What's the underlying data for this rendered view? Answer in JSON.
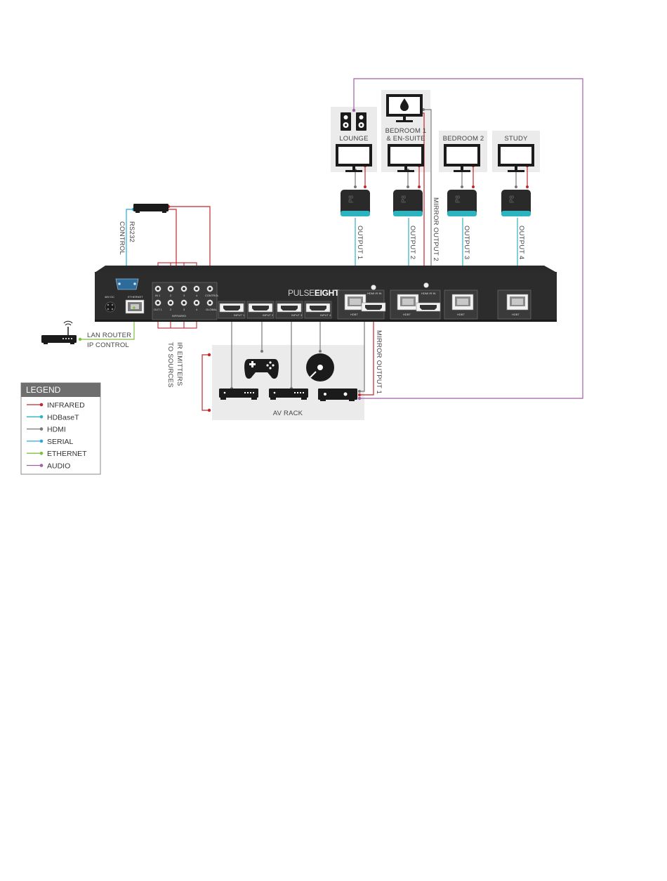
{
  "rooms": {
    "lounge": "LOUNGE",
    "bedroom1_line1": "BEDROOM 1",
    "bedroom1_line2": "& EN-SUITE",
    "bedroom2": "BEDROOM 2",
    "study": "STUDY",
    "av_rack": "AV RACK"
  },
  "outputs": [
    "OUTPUT 1",
    "OUTPUT 2",
    "OUTPUT 3",
    "OUTPUT 4"
  ],
  "mirror": {
    "output1": "MIRROR OUTPUT 1",
    "output2": "MIRROR OUTPUT 2"
  },
  "labels": {
    "rs232": "RS232",
    "control": "CONTROL",
    "lan_router": "LAN ROUTER",
    "ip_control": "IP CONTROL",
    "ir_emitters": "IR EMITTERS",
    "to_sources": "TO SOURCES"
  },
  "device": {
    "brand_left": "PULSE",
    "brand_right": "EIGHT",
    "power_label": "48V DC",
    "ethernet_label": "ETHERNET",
    "infrared_label": "INFRARED",
    "ir_in": [
      "IN 1",
      "2",
      "3",
      "4"
    ],
    "ir_out": [
      "OUT 1",
      "2",
      "3",
      "4"
    ],
    "control_label": "CONTROL",
    "global_label": "GLOBAL",
    "hdmi_inputs": [
      "INPUT 1",
      "INPUT 2",
      "INPUT 3",
      "INPUT 4"
    ],
    "hdmi_word": "HDMI",
    "hdbt_word": "HDBT",
    "hdmi_ir_in": "HDMI IR IN"
  },
  "legend": {
    "title": "LEGEND",
    "items": [
      {
        "label": "INFRARED",
        "color": "#c0272d"
      },
      {
        "label": "HDBaseT",
        "color": "#2bb3c0"
      },
      {
        "label": "HDMI",
        "color": "#777777"
      },
      {
        "label": "SERIAL",
        "color": "#29a9e1"
      },
      {
        "label": "ETHERNET",
        "color": "#7dc142"
      },
      {
        "label": "AUDIO",
        "color": "#a05fa8"
      }
    ]
  },
  "colors": {
    "infrared": "#c0272d",
    "hdbaset": "#2bb3c0",
    "hdmi": "#777777",
    "serial": "#29a9e1",
    "ethernet": "#7dc142",
    "audio": "#a05fa8",
    "panel_bg": "#ebebeb",
    "device_body": "#2a2a2a"
  },
  "icons": [
    "speakers-icon",
    "tv-icon",
    "shower-tv-icon",
    "receiver-icon",
    "router-icon",
    "rs232-port-icon",
    "ethernet-port-icon",
    "game-controller-icon",
    "disc-icon",
    "media-player-icon",
    "av-receiver-icon",
    "rs232-controller-icon",
    "power-socket-icon"
  ]
}
